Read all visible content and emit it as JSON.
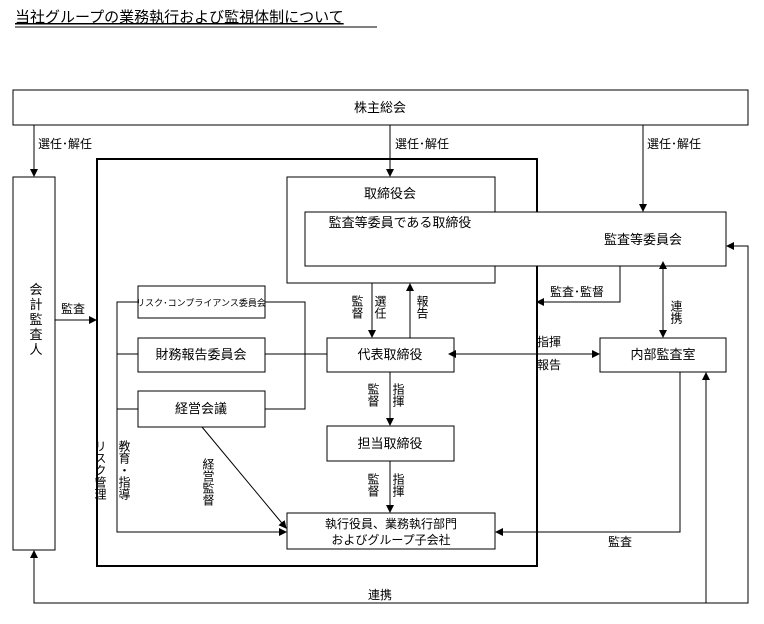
{
  "title": "当社グループの業務執行および監視体制について",
  "nodes": {
    "shareholders": "株主総会",
    "auditor": "会計監査人",
    "board": "取締役会",
    "audit_committee_directors": "監査等委員である取締役",
    "audit_committee": "監査等委員会",
    "risk_committee": "リスク･コンプライアンス委員会",
    "finance_committee": "財務報告委員会",
    "management_meeting": "経営会議",
    "representative_director": "代表取締役",
    "internal_audit": "内部監査室",
    "director_in_charge": "担当取締役",
    "executives_line1": "執行役員、業務執行部門",
    "executives_line2": "およびグループ子会社"
  },
  "labels": {
    "elect_dismiss": "選任･解任",
    "audit": "監査",
    "audit_supervise": "監査･監督",
    "cooperation": "連携",
    "instruct": "指揮",
    "report": "報告",
    "supervise": "監督",
    "appoint": "選任",
    "direction": "指揮",
    "management_supervise": "経営監督",
    "education_guidance": "教育・指導",
    "risk_management": "リスク管理"
  }
}
